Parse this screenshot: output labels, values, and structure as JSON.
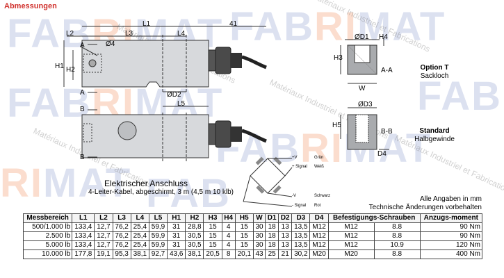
{
  "section_title": "Abmessungen",
  "watermark": {
    "brand": "FABRIMAT",
    "tagline": "Matériaux Industriel et Fabrications"
  },
  "side_view": {
    "dims": {
      "L1": "L1",
      "L2": "L2",
      "L3": "L3",
      "L4": "L4",
      "L5": "L5",
      "d4": "Ø4",
      "D2": "ØD2",
      "H1": "H1",
      "H2": "H2",
      "cable": "41"
    },
    "section_a": "A",
    "section_b": "B"
  },
  "option_t": {
    "title": "Option T",
    "subtitle": "Sackloch",
    "section": "A-A",
    "dims": {
      "D1": "ØD1",
      "H4": "H4",
      "H3": "H3",
      "W": "W"
    }
  },
  "standard": {
    "title": "Standard",
    "subtitle": "Halbgewinde",
    "section": "B-B",
    "dims": {
      "D3": "ØD3",
      "H5": "H5",
      "D4": "D4"
    }
  },
  "electrical": {
    "title": "Elektrischer Anschluss",
    "subtitle": "4-Leiter-Kabel, abgeschirmt, 3 m (4,5 m 10 klb)",
    "wires": [
      {
        "signal": "+V",
        "color": "Grün"
      },
      {
        "signal": "+ Signal",
        "color": "Weiß"
      },
      {
        "signal": "-V",
        "color": "Schwarz"
      },
      {
        "signal": "- Signal",
        "color": "Rot"
      }
    ]
  },
  "notes": [
    "Alle Angaben in mm",
    "Technische Änderungen vorbehalten"
  ],
  "table": {
    "headers": [
      "Messbereich",
      "L1",
      "L2",
      "L3",
      "L4",
      "L5",
      "H1",
      "H2",
      "H3",
      "H4",
      "H5",
      "W",
      "D1",
      "D2",
      "D3",
      "D4",
      "Befestigungs-Schrauben",
      "Anzugs-moment"
    ],
    "rows": [
      [
        "500/1.000 lb",
        "133,4",
        "12,7",
        "76,2",
        "25,4",
        "59,9",
        "31",
        "28,8",
        "15",
        "4",
        "15",
        "30",
        "18",
        "13",
        "13,5",
        "M12",
        "M12",
        "8.8",
        "90 Nm"
      ],
      [
        "2.500 lb",
        "133,4",
        "12,7",
        "76,2",
        "25,4",
        "59,9",
        "31",
        "30,5",
        "15",
        "4",
        "15",
        "30",
        "18",
        "13",
        "13,5",
        "M12",
        "M12",
        "8.8",
        "90 Nm"
      ],
      [
        "5.000 lb",
        "133,4",
        "12,7",
        "76,2",
        "25,4",
        "59,9",
        "31",
        "30,5",
        "15",
        "4",
        "15",
        "30",
        "18",
        "13",
        "13,5",
        "M12",
        "M12",
        "10.9",
        "120 Nm"
      ],
      [
        "10.000 lb",
        "177,8",
        "19,1",
        "95,3",
        "38,1",
        "92,7",
        "43,6",
        "38,1",
        "20,5",
        "8",
        "20,1",
        "43",
        "25",
        "21",
        "30,2",
        "M20",
        "M20",
        "8.8",
        "400 Nm"
      ]
    ]
  }
}
